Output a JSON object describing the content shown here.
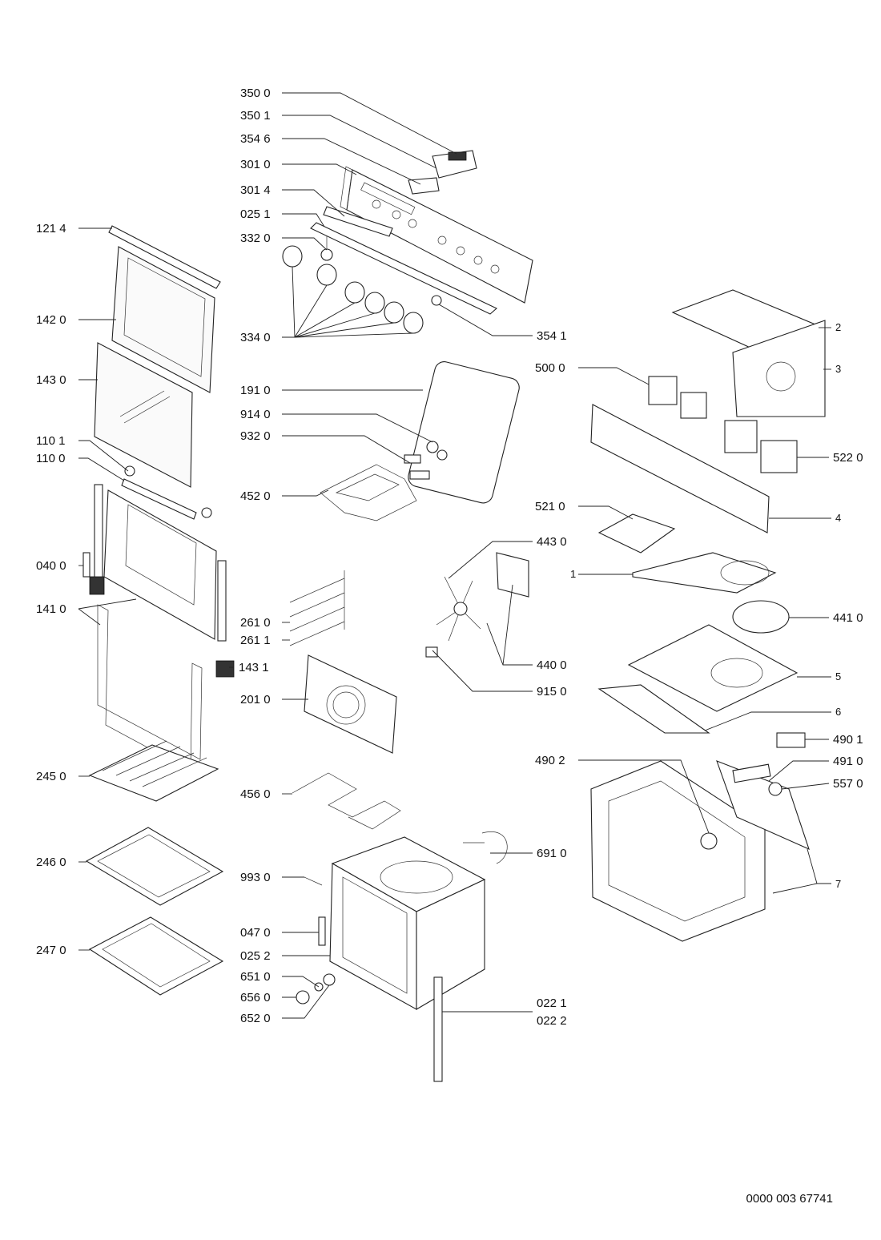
{
  "labels": [
    "350 0",
    "350 1",
    "354 6",
    "301 0",
    "301 4",
    "025 1",
    "332 0",
    "334 0",
    "354 1",
    "121 4",
    "142 0",
    "143 0",
    "110 1",
    "110 0",
    "040 0",
    "141 0",
    "143 1",
    "191 0",
    "914 0",
    "932 0",
    "452 0",
    "261 0",
    "261 1",
    "201 0",
    "443 0",
    "440 0",
    "915 0",
    "456 0",
    "993 0",
    "047 0",
    "025 2",
    "651 0",
    "656 0",
    "652 0",
    "022 1",
    "022 2",
    "691 0",
    "245 0",
    "246 0",
    "247 0",
    "2",
    "3",
    "500 0",
    "522 0",
    "4",
    "521 0",
    "1",
    "441 0",
    "5",
    "6",
    "490 1",
    "491 0",
    "557 0",
    "490 2",
    "7"
  ],
  "doc_number": "0000 003 67741",
  "line_color": "#222222"
}
